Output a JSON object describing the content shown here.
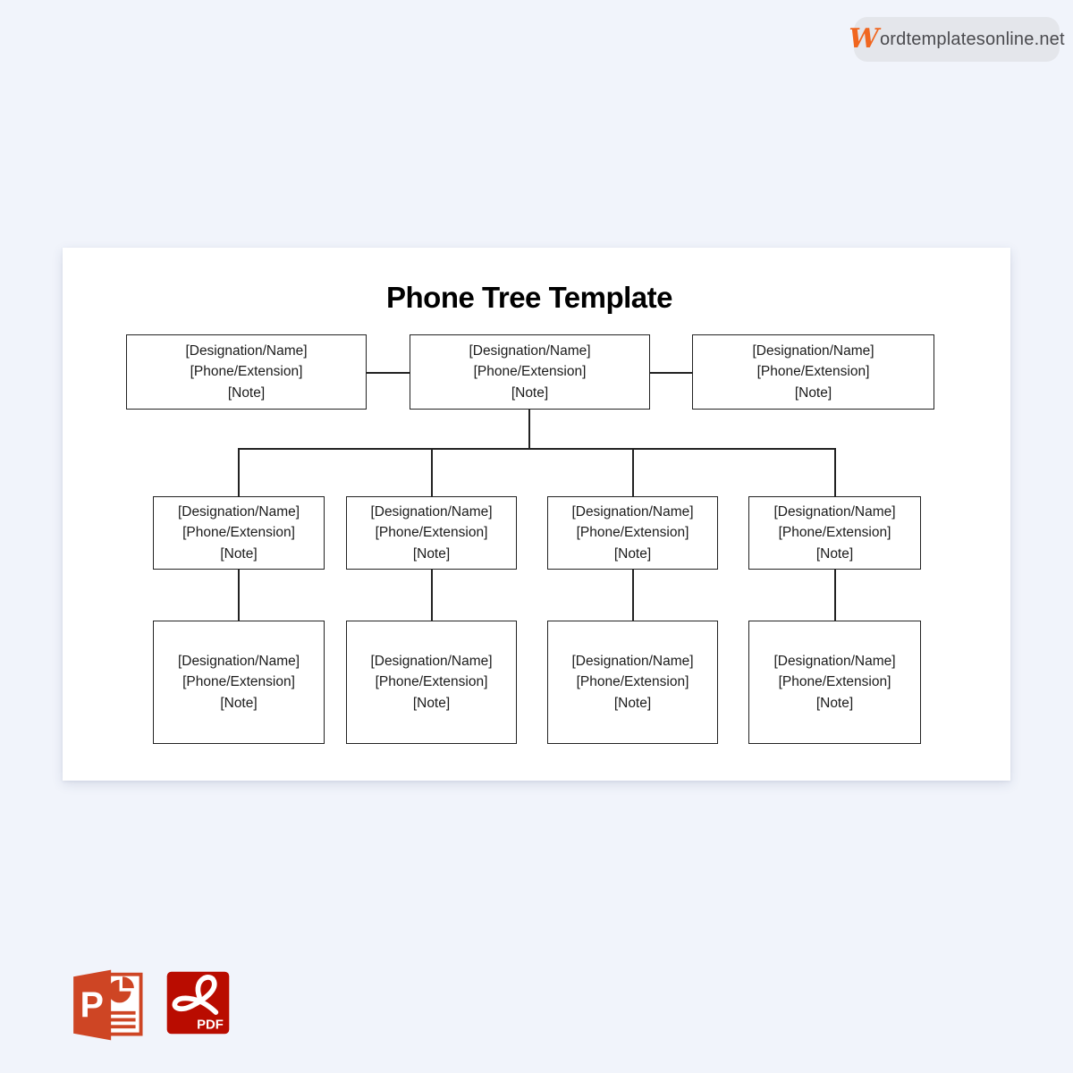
{
  "colors": {
    "page-bg": "#f1f4fb",
    "card-bg": "#ffffff",
    "line": "#222222",
    "box-text": "#1b1b1b",
    "title-color": "#000000",
    "logo-pill-bg": "#e4e6eb",
    "logo-text": "#4a4a4e",
    "logo-w": "#f0661f",
    "ppt-orange": "#ce4524",
    "pdf-red": "#b90c00"
  },
  "logo": {
    "initial": "W",
    "rest": "ordtemplatesonline.net"
  },
  "diagram": {
    "title": "Phone Tree Template",
    "node_lines": [
      "[Designation/Name]",
      "[Phone/Extension]",
      "[Note]"
    ]
  },
  "export_icons": {
    "powerpoint_letter": "P",
    "pdf_label": "PDF"
  }
}
